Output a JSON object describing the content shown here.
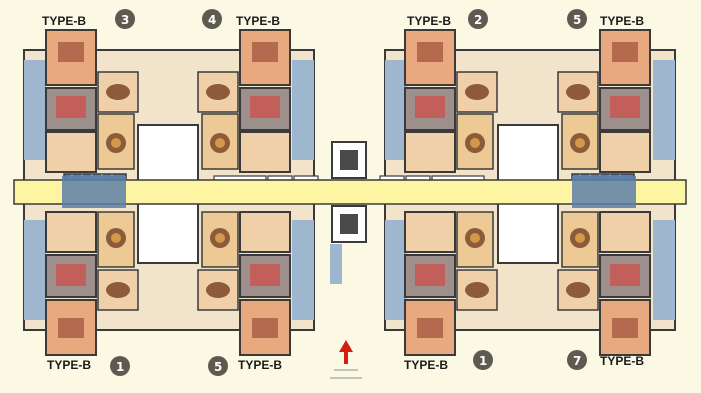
{
  "type_labels": {
    "tl": "TYPE-B",
    "tc": "TYPE-B",
    "tm": "TYPE-B",
    "tr": "TYPE-B",
    "bl": "TYPE-B",
    "bc": "TYPE-B",
    "bm": "TYPE-B",
    "br": "TYPE-B"
  },
  "unit_numbers": {
    "tl": "3",
    "tc": "4",
    "tm": "2",
    "tr": "5",
    "bl": "1",
    "bc": "5",
    "bm": "1",
    "br": "7"
  },
  "colors": {
    "background": "#fbf8e4",
    "corridor": "#fdf5a2",
    "wall": "#3a3a3a",
    "bedroom": "#e9a97f",
    "living": "#efd0a8",
    "balcony": "#9fb6cf",
    "core": "#ffffff",
    "entry_arrow": "#d2200f"
  },
  "icons": [
    "north-arrow-icon",
    "unit-number-badge-icon"
  ]
}
